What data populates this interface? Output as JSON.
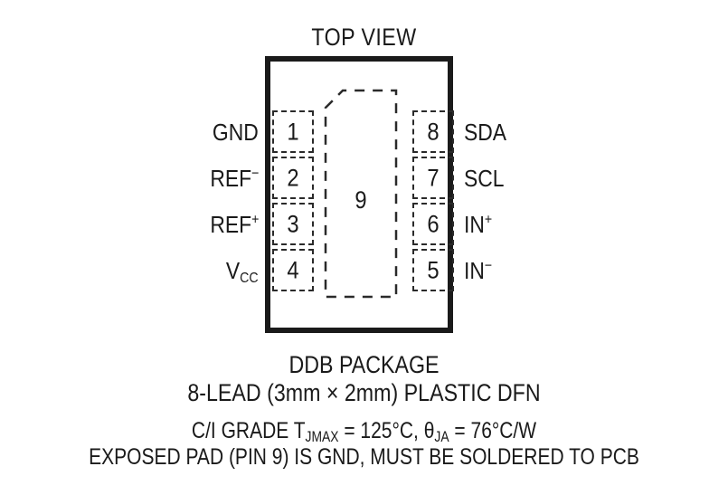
{
  "title": "TOP VIEW",
  "package": {
    "body_outline": "rectangle",
    "exposed_pad": {
      "number": "9",
      "chamfer_corner": "top-left"
    }
  },
  "pins": {
    "left": [
      {
        "number": "1",
        "name": "GND",
        "sup": ""
      },
      {
        "number": "2",
        "name": "REF",
        "sup": "−"
      },
      {
        "number": "3",
        "name": "REF",
        "sup": "+"
      },
      {
        "number": "4",
        "name": "V",
        "sub": "CC"
      }
    ],
    "right": [
      {
        "number": "8",
        "name": "SDA",
        "sup": ""
      },
      {
        "number": "7",
        "name": "SCL",
        "sup": ""
      },
      {
        "number": "6",
        "name": "IN",
        "sup": "+"
      },
      {
        "number": "5",
        "name": "IN",
        "sup": "−"
      }
    ]
  },
  "captions": {
    "package_name": "DDB PACKAGE",
    "package_desc": "8-LEAD (3mm × 2mm) PLASTIC DFN",
    "thermal": {
      "grade_prefix": "C/I GRADE T",
      "grade_sub": "JMAX",
      "grade_value": " = 125°C, ",
      "theta_symbol": "θ",
      "theta_sub": "JA",
      "theta_value": " = 76°C/W"
    },
    "pad_note": "EXPOSED PAD (PIN 9) IS GND, MUST BE SOLDERED TO PCB"
  },
  "colors": {
    "ink": "#1a1a1a",
    "background": "#ffffff"
  }
}
